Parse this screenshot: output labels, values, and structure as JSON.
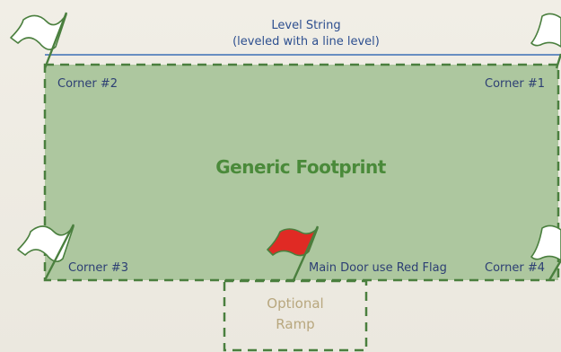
{
  "level_string": {
    "title": "Level String",
    "subtitle": "(leveled with a line level)"
  },
  "footprint": {
    "title": "Generic Footprint",
    "fill_color": "#adc79f",
    "border_color": "#4a7f3e"
  },
  "corners": {
    "corner1": "Corner #1",
    "corner2": "Corner #2",
    "corner3": "Corner #3",
    "corner4": "Corner #4"
  },
  "main_door": {
    "label": "Main Door use Red Flag",
    "flag_color": "#e02a24"
  },
  "ramp": {
    "line1": "Optional",
    "line2": "Ramp"
  },
  "colors": {
    "background": "#eeebe2",
    "string_line": "#3a6fb5",
    "flag_white": "#ffffff",
    "flag_pole": "#4a7f3e"
  }
}
